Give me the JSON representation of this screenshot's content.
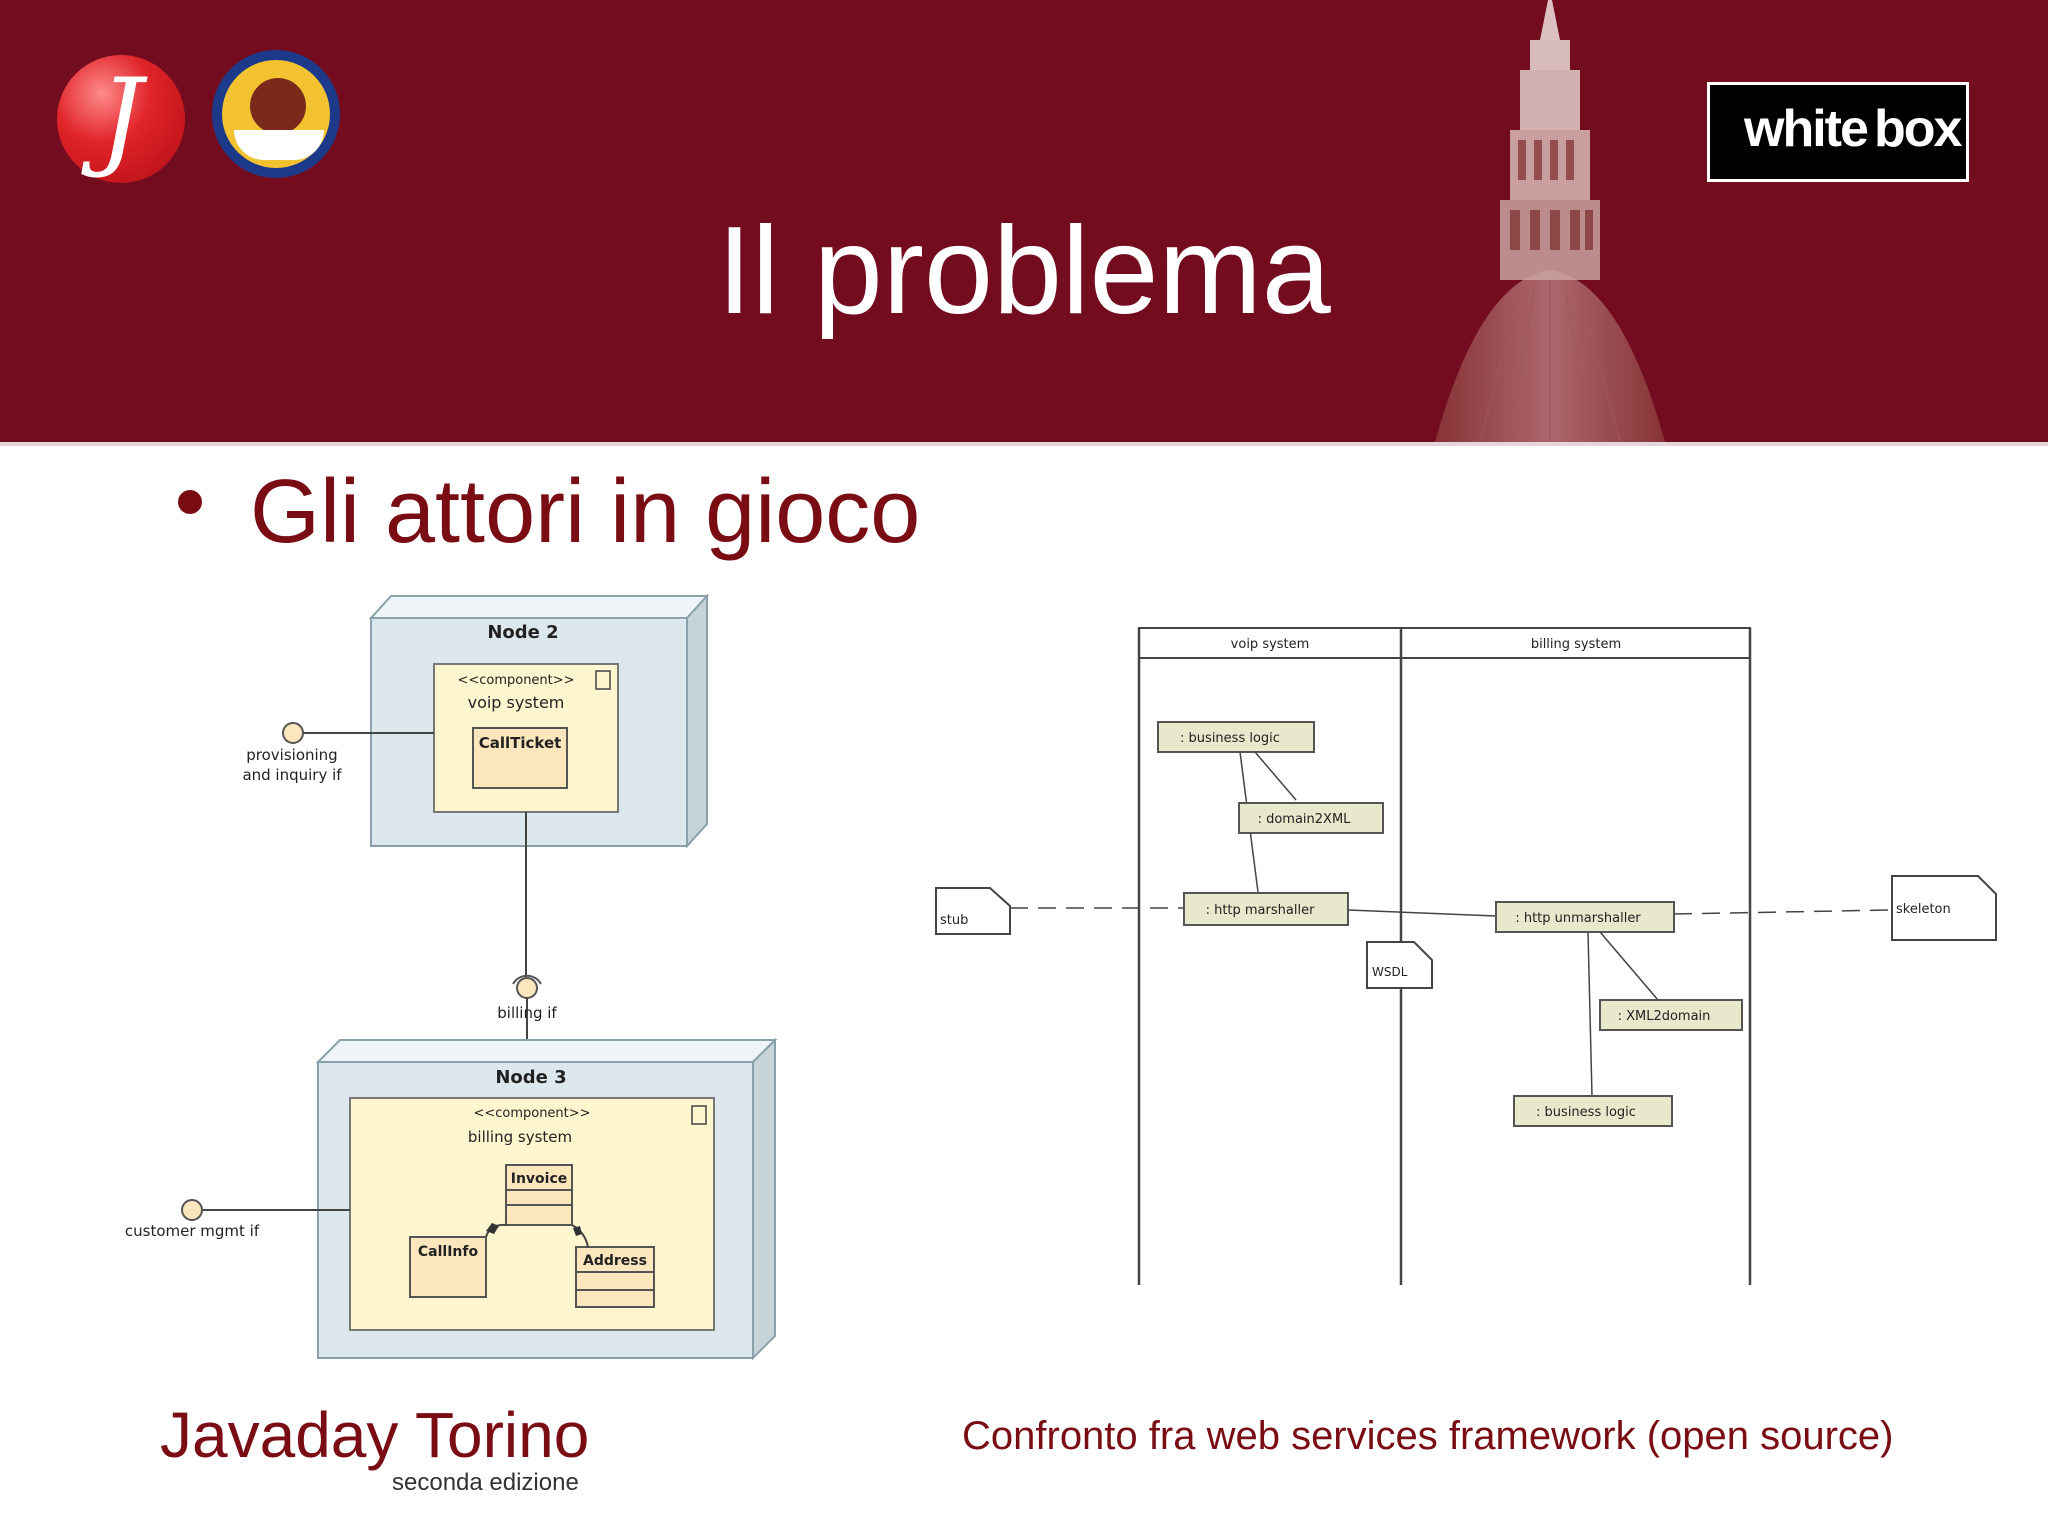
{
  "slide": {
    "title": "Il problema",
    "bullet": "Gli attori in gioco",
    "footer_left": "Javaday Torino",
    "footer_sub": "seconda edizione",
    "footer_right": "Confronto fra web services framework (open source)"
  },
  "logos": {
    "javaday_letter": "J",
    "whitebox_white": "white",
    "whitebox_box": "box"
  },
  "left_diagram": {
    "node2_title": "Node 2",
    "node2_stereo": "<<component>>",
    "node2_component": "voip system",
    "call_ticket": "CallTicket",
    "provisioning_1": "provisioning",
    "provisioning_2": "and inquiry if",
    "billing_if": "billing if",
    "node3_title": "Node 3",
    "node3_stereo": "<<component>>",
    "node3_component": "billing system",
    "invoice": "Invoice",
    "call_info": "CallInfo",
    "address": "Address",
    "customer_mgmt": "customer mgmt if"
  },
  "right_diagram": {
    "lane1": "voip system",
    "lane2": "billing system",
    "business_logic_1": ": business logic",
    "domain2xml": ": domain2XML",
    "http_marshaller": ": http marshaller",
    "stub": "stub",
    "wsdl": "WSDL",
    "http_unmarshaller": ": http unmarshaller",
    "skeleton": "skeleton",
    "xml2domain": ": XML2domain",
    "business_logic_2": ": business logic"
  },
  "colors": {
    "header_bg": "#730c1f",
    "accent_text": "#7a0d14",
    "node_fill": "#dce8ee",
    "component_fill": "#fff6cf",
    "class_fill": "#fbe6bd",
    "part_fill": "#e8e8cc"
  }
}
